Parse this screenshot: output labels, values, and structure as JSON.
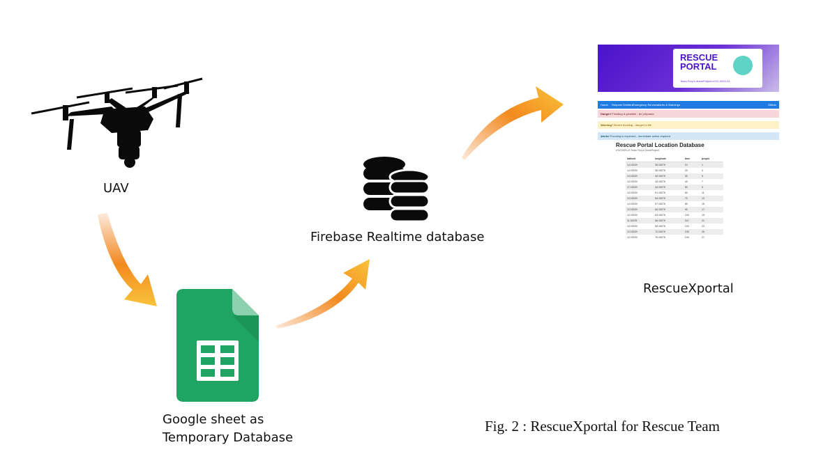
{
  "nodes": {
    "uav": {
      "label": "UAV",
      "icon": "drone-icon"
    },
    "sheet": {
      "label_line1": "Google sheet as",
      "label_line2": "Temporary Database",
      "icon": "google-sheets-icon",
      "color": "#1FA463"
    },
    "firebase": {
      "label": "Firebase Realtime database",
      "icon": "database-icon"
    },
    "portal": {
      "label": "RescueXportal"
    }
  },
  "portal_screenshot": {
    "logo_title_line1": "RESCUE",
    "logo_title_line2": "PORTAL",
    "logo_subtitle": "Team Fury's droneProject eYIC-2020-21",
    "nav": [
      "Home",
      "Request Shelters",
      "Emergency Services",
      "Alerts & Warnings",
      "Github"
    ],
    "alerts": [
      {
        "type": "danger",
        "bold": "Danger!",
        "text": "Flooding is possible - be prepared"
      },
      {
        "type": "warning",
        "bold": "Warning!",
        "text": "Severe flooding - danger to life"
      },
      {
        "type": "info",
        "bold": "Alerts!",
        "text": "Flooding is expected - immediate action required"
      }
    ],
    "title": "Rescue Portal Location Database",
    "subtitle": "eYIC2020-21 Team Fury's DroneProject",
    "columns": [
      "latitude",
      "longitude",
      "time",
      "people"
    ],
    "rows": [
      [
        "14.15229",
        "35.15275",
        "10",
        "1"
      ],
      [
        "14.15229",
        "35.15275",
        "20",
        "3"
      ],
      [
        "13.15229",
        "42.15275",
        "30",
        "5"
      ],
      [
        "13.15229",
        "43.15275",
        "40",
        "7"
      ],
      [
        "17.15229",
        "44.15275",
        "50",
        "9"
      ],
      [
        "13.15229",
        "51.15275",
        "60",
        "11"
      ],
      [
        "13.15229",
        "54.15275",
        "70",
        "13"
      ],
      [
        "14.15229",
        "57.15275",
        "80",
        "15"
      ],
      [
        "12.15229",
        "60.15275",
        "90",
        "17"
      ],
      [
        "12.15229",
        "63.15275",
        "100",
        "19"
      ],
      [
        "11.15229",
        "66.15275",
        "110",
        "21"
      ],
      [
        "13.15229",
        "69.15275",
        "120",
        "23"
      ],
      [
        "12.15229",
        "72.15275",
        "130",
        "25"
      ],
      [
        "12.15229",
        "75.15275",
        "140",
        "27"
      ]
    ]
  },
  "caption": "Fig. 2 : RescueXportal for Rescue Team",
  "colors": {
    "arrow_start": "#f07d1a",
    "arrow_end": "#f9c33c",
    "banner": "#4a12c9",
    "nav": "#1f7be0"
  }
}
